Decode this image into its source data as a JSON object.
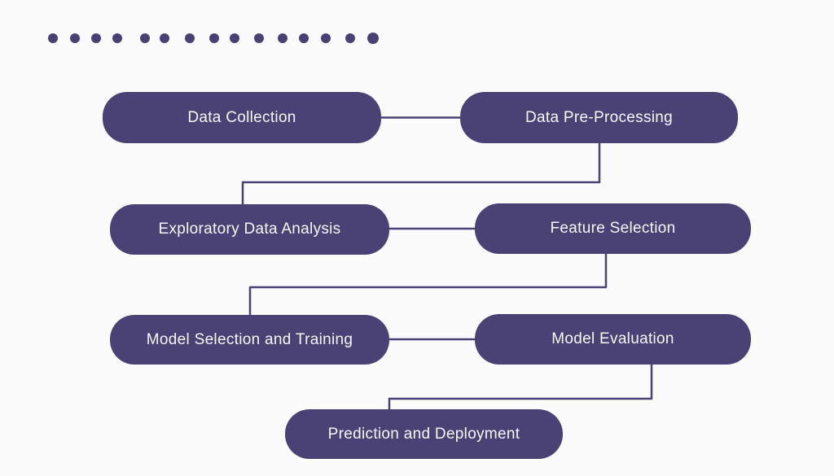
{
  "colors": {
    "background": "#fcfbfb",
    "node_fill": "#4a4274",
    "node_text": "#f8f7fb",
    "connector": "#4a4274",
    "dot": "#494174"
  },
  "decoration": {
    "dot_count": 15
  },
  "diagram": {
    "type": "flowchart",
    "nodes": [
      {
        "id": "data-collection",
        "label": "Data Collection"
      },
      {
        "id": "data-pre-processing",
        "label": "Data Pre-Processing"
      },
      {
        "id": "exploratory-data-analysis",
        "label": "Exploratory Data Analysis"
      },
      {
        "id": "feature-selection",
        "label": "Feature Selection"
      },
      {
        "id": "model-selection-and-training",
        "label": "Model Selection and Training"
      },
      {
        "id": "model-evaluation",
        "label": "Model Evaluation"
      },
      {
        "id": "prediction-and-deployment",
        "label": "Prediction and Deployment"
      }
    ],
    "edges": [
      {
        "from": "data-collection",
        "to": "data-pre-processing"
      },
      {
        "from": "data-pre-processing",
        "to": "exploratory-data-analysis"
      },
      {
        "from": "exploratory-data-analysis",
        "to": "feature-selection"
      },
      {
        "from": "feature-selection",
        "to": "model-selection-and-training"
      },
      {
        "from": "model-selection-and-training",
        "to": "model-evaluation"
      },
      {
        "from": "model-evaluation",
        "to": "prediction-and-deployment"
      }
    ]
  }
}
